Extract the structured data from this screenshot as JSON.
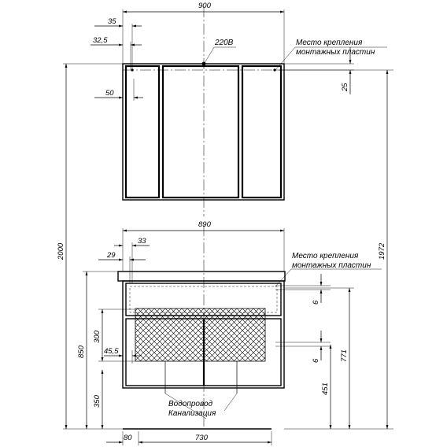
{
  "top_unit": {
    "dims": {
      "width": "900",
      "offset_35": "35",
      "offset_32_5": "32,5",
      "offset_50": "50",
      "offset_25": "25"
    },
    "power_label": "220В",
    "mount_label_line1": "Место крепления",
    "mount_label_line2": "монтажных пластин"
  },
  "bottom_unit": {
    "dims": {
      "width": "890",
      "offset_33": "33",
      "offset_29": "29",
      "offset_6a": "6",
      "offset_6b": "6",
      "height_850": "850",
      "drawer_300": "300",
      "offset_45_5": "45,5",
      "drawer_350": "350",
      "height_771": "771",
      "height_451": "451",
      "bottom_80": "80",
      "bottom_730": "730"
    },
    "mount_label_line1": "Место крепления",
    "mount_label_line2": "монтажных пластин",
    "plumbing_line1": "Водопровод",
    "plumbing_line2": "Канализация"
  },
  "overall": {
    "height_2000": "2000",
    "height_1972": "1972"
  }
}
